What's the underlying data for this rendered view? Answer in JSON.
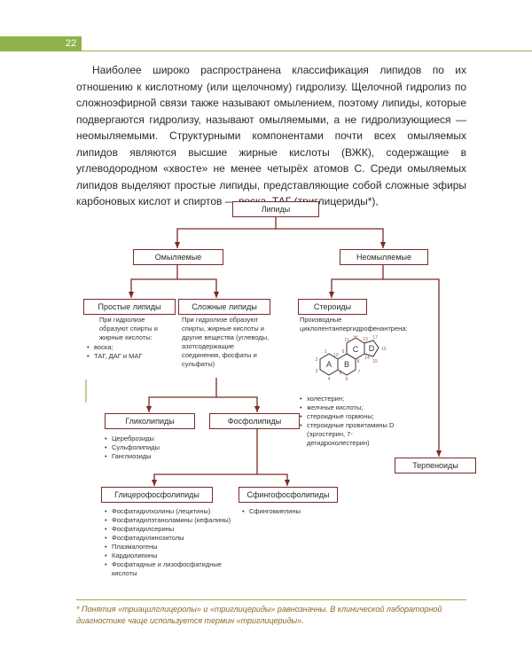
{
  "header": {
    "page_number": "22"
  },
  "intro_text": "Наиболее широко распространена классификация липидов по их отношению к кислотному (или щелочному) гидролизу. Щелочной гидролиз по сложноэфирной связи также называют омылением, поэтому липиды, которые подвергаются гидролизу, называют омыляемыми, а не гидролизующиеся — неомыляемыми. Структурными компонентами почти всех омыляемых липидов являются высшие жирные кислоты (ВЖК), содержащие в углеводородном «хвосте» не менее четырёх атомов C. Среди омыляемых липидов выделяют простые липиды, представляющие собой сложные эфиры карбоновых кислот и спиртов — воска, ТАГ (триглицериды*),",
  "diagram": {
    "root": "Липиды",
    "saponifiable": "Омыляемые",
    "nonsaponifiable": "Неомыляемые",
    "simple": {
      "label": "Простые липиды",
      "desc": "При гидролизе образуют спирты и жирные кислоты:",
      "items": [
        "воска;",
        "ТАГ, ДАГ и МАГ"
      ]
    },
    "complex": {
      "label": "Сложные липиды",
      "desc": "При гидролизе образуют спирты, жирные кислоты и другие вещества (углеводы, азотсодержащие соединения, фосфаты и сульфаты)"
    },
    "steroids": {
      "label": "Стероиды",
      "desc": "Производные циклопентанпергидрофенантрена:",
      "ring_letters": [
        "A",
        "B",
        "C",
        "D"
      ],
      "ring_numbers": [
        "1",
        "2",
        "3",
        "4",
        "5",
        "6",
        "7",
        "8",
        "9",
        "10",
        "11",
        "12",
        "13",
        "14",
        "15",
        "16",
        "17"
      ],
      "items": [
        "холестерин;",
        "желчные кислоты;",
        "стероидные гормоны;",
        "стероидные провитамины D (эргостерин, 7-дегидрохолестерин)"
      ]
    },
    "terpenoids": "Терпеноиды",
    "glycolipids": {
      "label": "Гликолипиды",
      "items": [
        "Цереброзиды",
        "Сульфолипиды",
        "Ганглиозиды"
      ]
    },
    "phospholipids": "Фосфолипиды",
    "glycerophospholipids": {
      "label": "Глицерофосфолипиды",
      "items": [
        "Фосфатидилхолины (лецитины)",
        "Фосфатидилэтаноламины (кефалины)",
        "Фосфатидилсерины",
        "Фосфатидилинозитолы",
        "Плазмалогены",
        "Кардиолипины",
        "Фосфатидные и лизофосфатидные кислоты"
      ]
    },
    "sphingophospholipids": {
      "label": "Сфингофосфолипиды",
      "items": [
        "Сфингомиелины"
      ]
    }
  },
  "footnote": "* Понятия «триацилглицеролы» и «триглицериды» равнозначны. В клинической лабораторной диагностике чаще используется термин «триглицериды».",
  "colors": {
    "accent_green": "#8fb34a",
    "box_border": "#7a2b25",
    "footnote_text": "#8a6a22"
  }
}
